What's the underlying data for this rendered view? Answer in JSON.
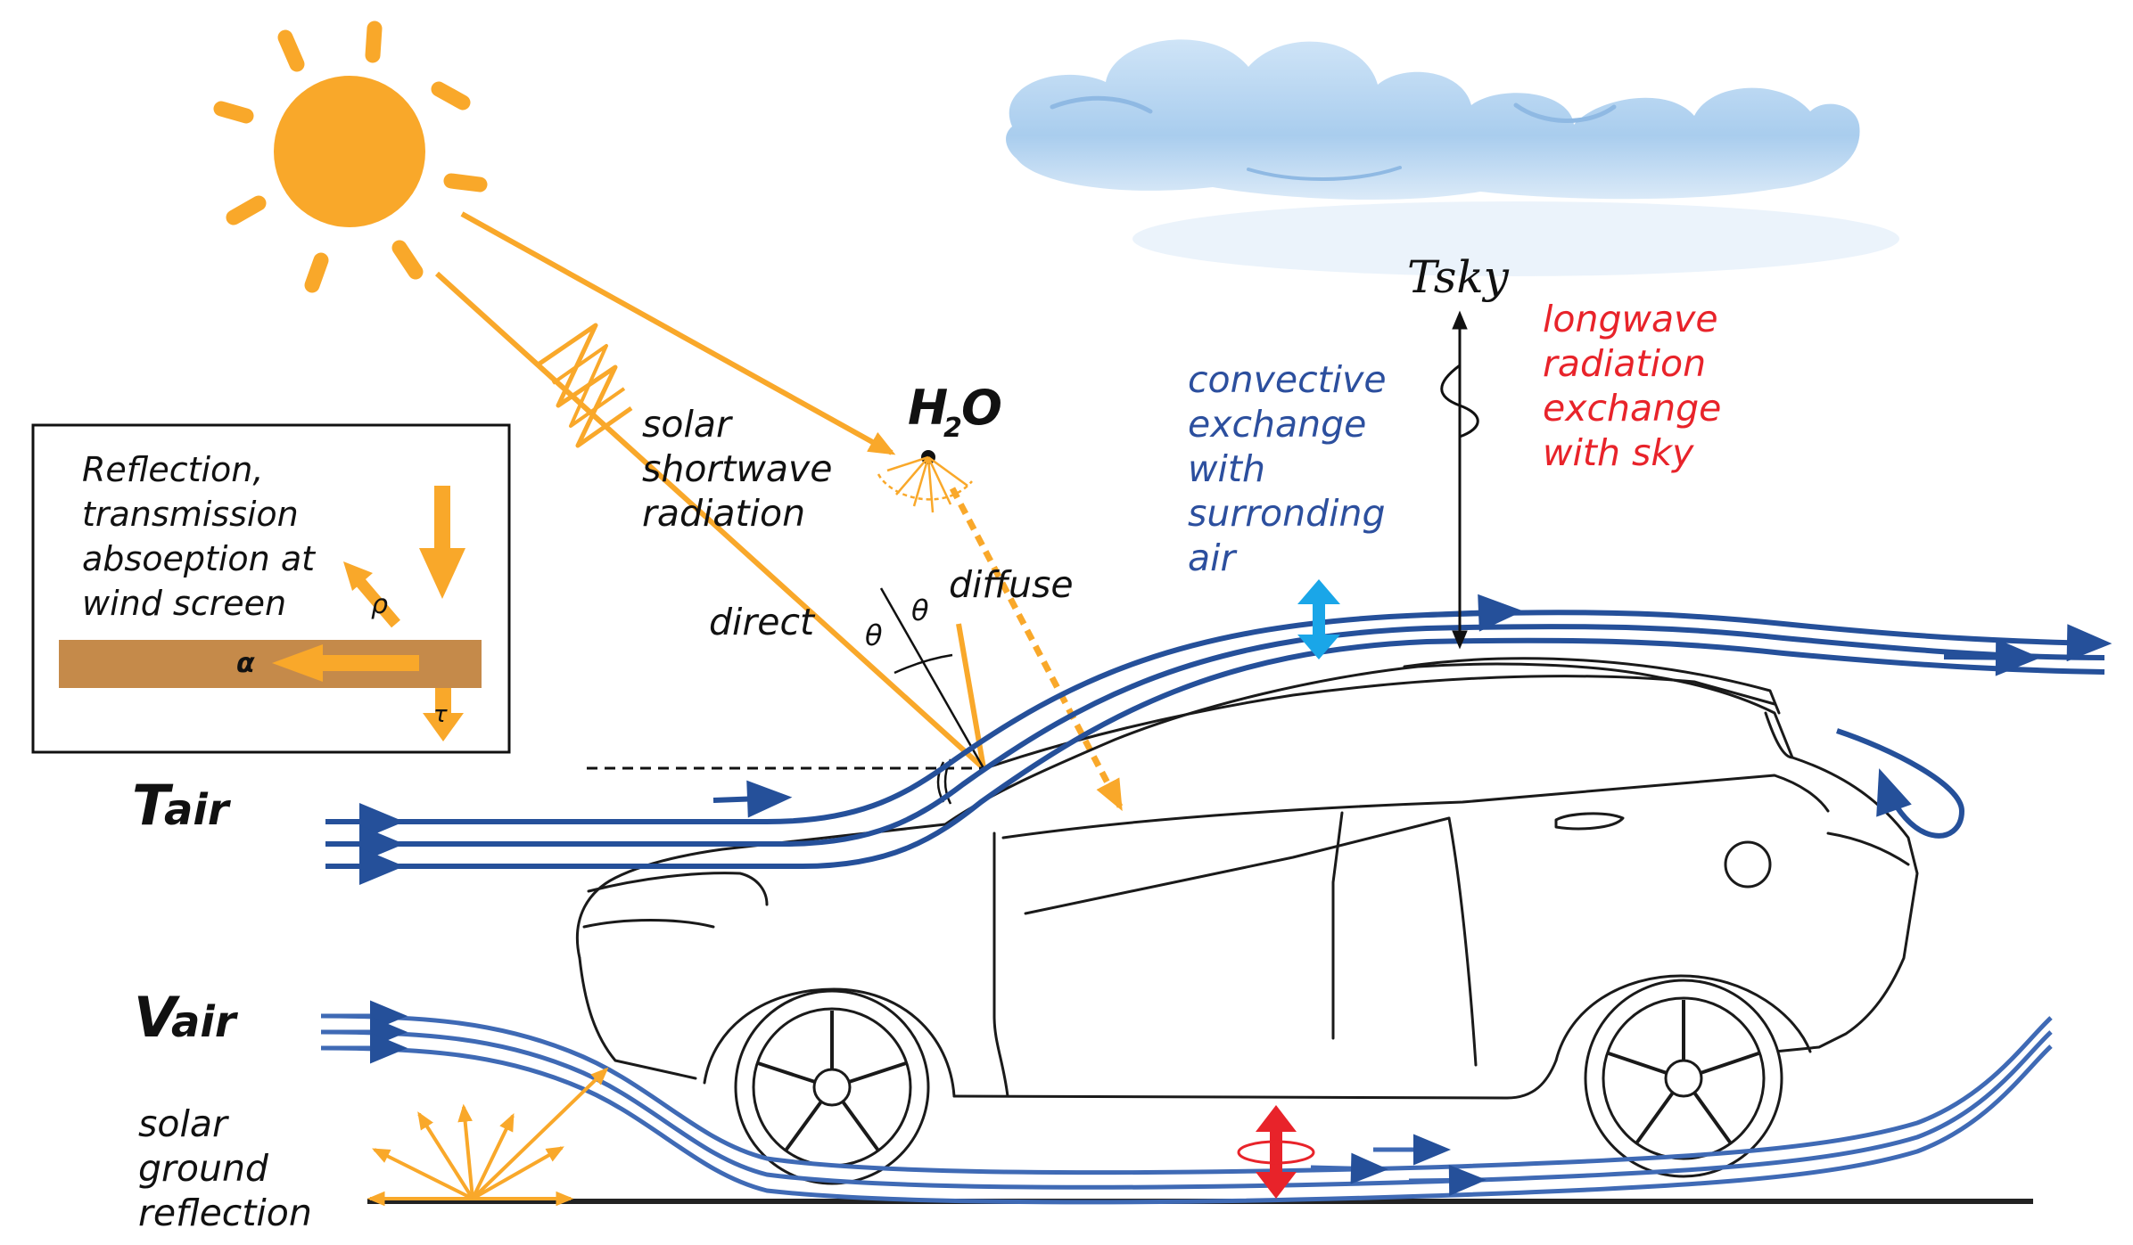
{
  "inset": {
    "lines": [
      "Reflection,",
      "transmission",
      "absoeption at",
      "wind screen"
    ],
    "rho": "ρ",
    "alpha": "α",
    "tau": "τ"
  },
  "labels": {
    "solar_lines": [
      "solar",
      "shortwave",
      "radiation"
    ],
    "direct": "direct",
    "diffuse": "diffuse",
    "theta": "θ",
    "h2o_main": "H",
    "h2o_sub": "2",
    "h2o_end": "O",
    "tsky": "Tsky",
    "convective_lines": [
      "convective",
      "exchange",
      "with",
      "surronding",
      "air"
    ],
    "longwave_lines": [
      "longwave",
      "radiation",
      "exchange",
      "with sky"
    ],
    "tair_big": "T",
    "tair_small": "air",
    "vair_big": "V",
    "vair_small": "air",
    "ground_lines": [
      "solar",
      "ground",
      "reflection"
    ]
  },
  "colors": {
    "sun": "#f9a82a",
    "flow": "#25509a",
    "flow_light": "#3f6ab5",
    "text_blue": "#2c4f9e",
    "text_red": "#e8232a",
    "cyan_arrow": "#1aa6e8",
    "red_arrow": "#e8232a",
    "glass": "#c58a4a",
    "cloud": "#9fc7ea"
  },
  "icons": [
    "sun-icon",
    "cloud-icon",
    "car-icon",
    "water-molecule-icon"
  ]
}
